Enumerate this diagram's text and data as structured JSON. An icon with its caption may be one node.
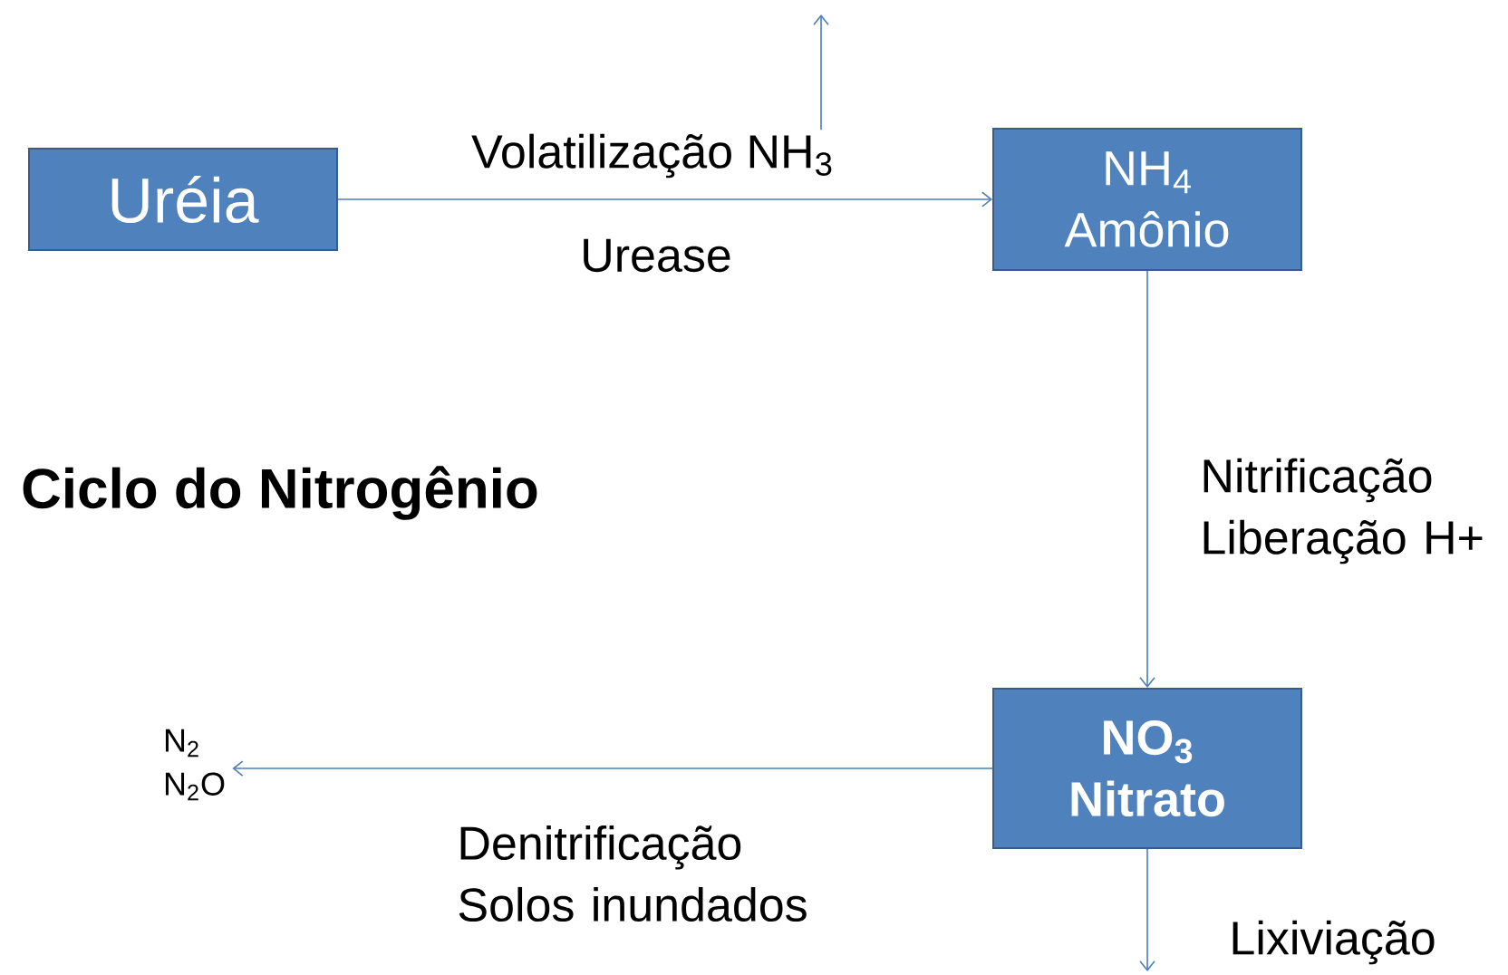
{
  "diagram": {
    "title": "Ciclo do Nitrogênio",
    "nodes": [
      {
        "text": [
          "Uréia"
        ]
      },
      {
        "text": [
          "NH$_{4}$",
          "Amônio"
        ]
      },
      {
        "text": [
          "NO$_{3}$",
          "Nitrato"
        ]
      },
      {
        "text": [
          "N$_{2}$ N$_{2}$O"
        ]
      },
      {
        "text": [
          "Volatilização NH$_{3}$"
        ]
      }
    ],
    "edges": [
      {
        "from": 0,
        "to": 1,
        "arrow": "to",
        "label": "Urease"
      },
      {
        "from": 1,
        "to": 2,
        "arrow": "to",
        "label": "Nitrificação Liberação H+"
      },
      {
        "from": 2,
        "to": 3,
        "arrow": "to",
        "label": "Denitrificação Solos inundados"
      },
      {
        "from": 2,
        "to": null,
        "arrow": "to",
        "label": "Lixiviação"
      },
      {
        "from": 4,
        "to": null,
        "arrow": "to"
      }
    ]
  }
}
